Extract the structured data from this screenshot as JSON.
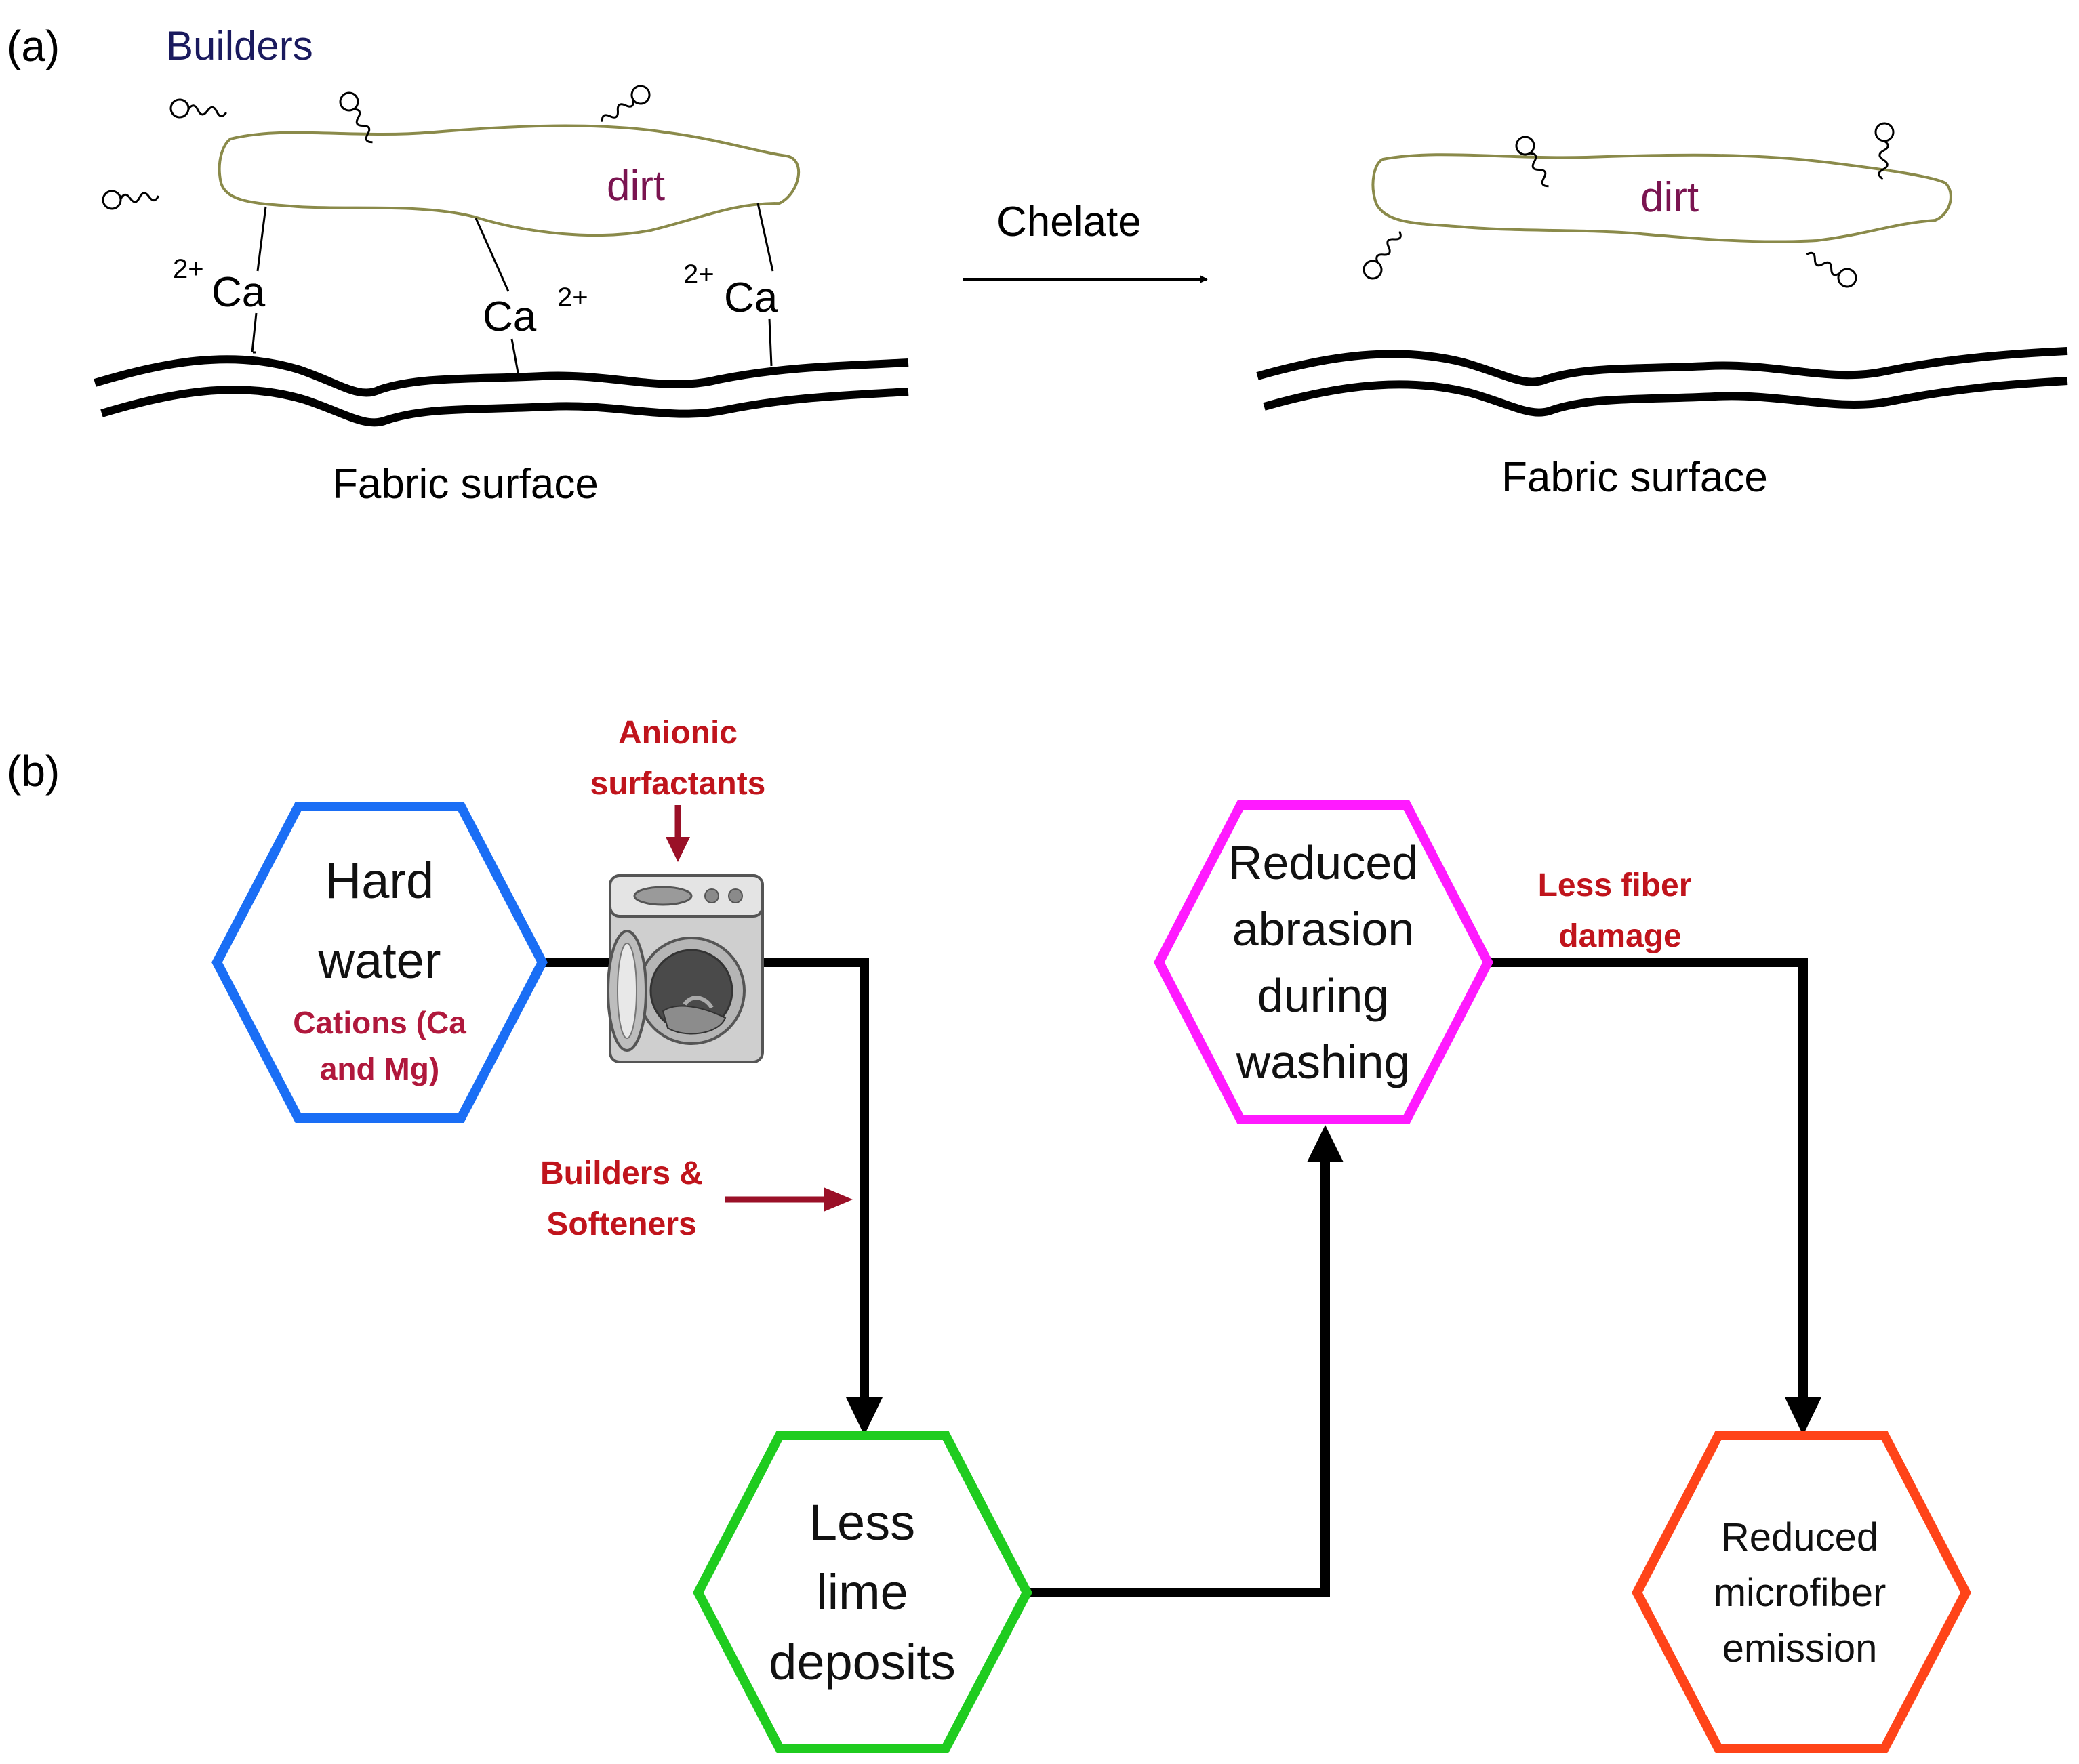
{
  "panel_a": {
    "tag": "(a)",
    "builders_label": "Builders",
    "dirt_label": "dirt",
    "dirt_label_right": "dirt",
    "ca_left_super": "2+",
    "ca_left": "Ca",
    "ca_mid": "Ca",
    "ca_mid_super": "2+",
    "ca_right_super": "2+",
    "ca_right": "Ca",
    "arrow_label": "Chelate",
    "fabric_left": "Fabric surface",
    "fabric_right": "Fabric surface"
  },
  "panel_b": {
    "tag": "(b)",
    "hard_water": {
      "line1": "Hard",
      "line2": "water",
      "sub1": "Cations (Ca",
      "sub2": "and Mg)"
    },
    "anionic": {
      "line1": "Anionic",
      "line2": "surfactants"
    },
    "builders_softeners": {
      "line1": "Builders &",
      "line2": "Softeners"
    },
    "less_lime": {
      "line1": "Less",
      "line2": "lime",
      "line3": "deposits"
    },
    "reduced_abrasion": {
      "line1": "Reduced",
      "line2": "abrasion",
      "line3": "during",
      "line4": "washing"
    },
    "less_fiber": {
      "line1": "Less fiber",
      "line2": "damage"
    },
    "reduced_microfiber": {
      "line1": "Reduced",
      "line2": "microfiber",
      "line3": "emission"
    }
  },
  "colors": {
    "hard_water_hex": "#1a6ef5",
    "less_lime_hex": "#1fcc1f",
    "reduced_abrasion_hex": "#ff1aff",
    "reduced_microfiber_hex": "#ff4419",
    "annotation_red": "#c0141c",
    "dirt_text": "#7a1450",
    "builders_text": "#1a1a5e",
    "dirt_outline": "#8a8a4a"
  },
  "icons": {
    "washing_machine": "washing-machine-icon",
    "builder_molecule": "builder-molecule-icon"
  }
}
